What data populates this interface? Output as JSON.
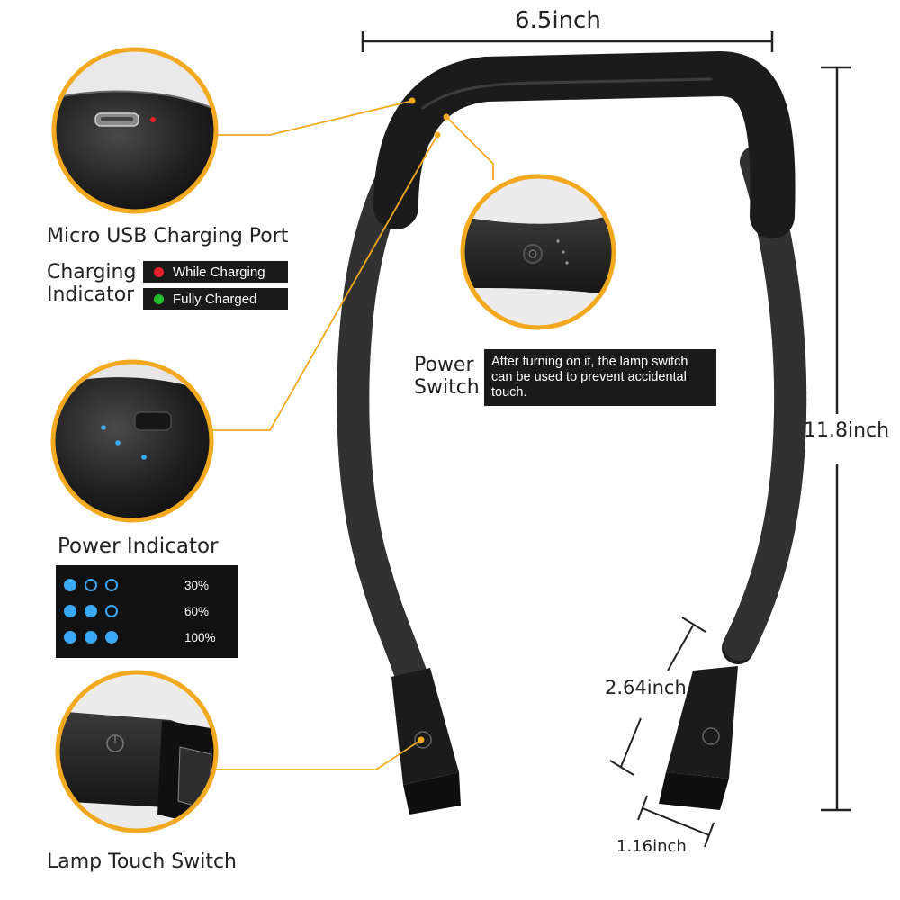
{
  "dimensions": {
    "width": "6.5inch",
    "height": "11.8inch",
    "head_length": "2.64inch",
    "head_width": "1.16inch"
  },
  "callouts": {
    "usb": {
      "title": "Micro USB Charging Port",
      "charging_label": "Charging\nIndicator",
      "states": [
        {
          "label": "While Charging",
          "color": "#e8202a"
        },
        {
          "label": "Fully Charged",
          "color": "#22c12e"
        }
      ]
    },
    "power_switch": {
      "title": "Power\nSwitch",
      "note": "After turning on it, the lamp switch can be used to prevent accidental touch."
    },
    "power_indicator": {
      "title": "Power Indicator",
      "levels": [
        {
          "percent": "30%",
          "lit": 1
        },
        {
          "percent": "60%",
          "lit": 2
        },
        {
          "percent": "100%",
          "lit": 3
        }
      ]
    },
    "lamp_switch": {
      "title": "Lamp Touch Switch"
    }
  },
  "colors": {
    "accent": "#f2a91f",
    "indicator_blue": "#3aa8f5",
    "body": "#1b1b1b"
  }
}
